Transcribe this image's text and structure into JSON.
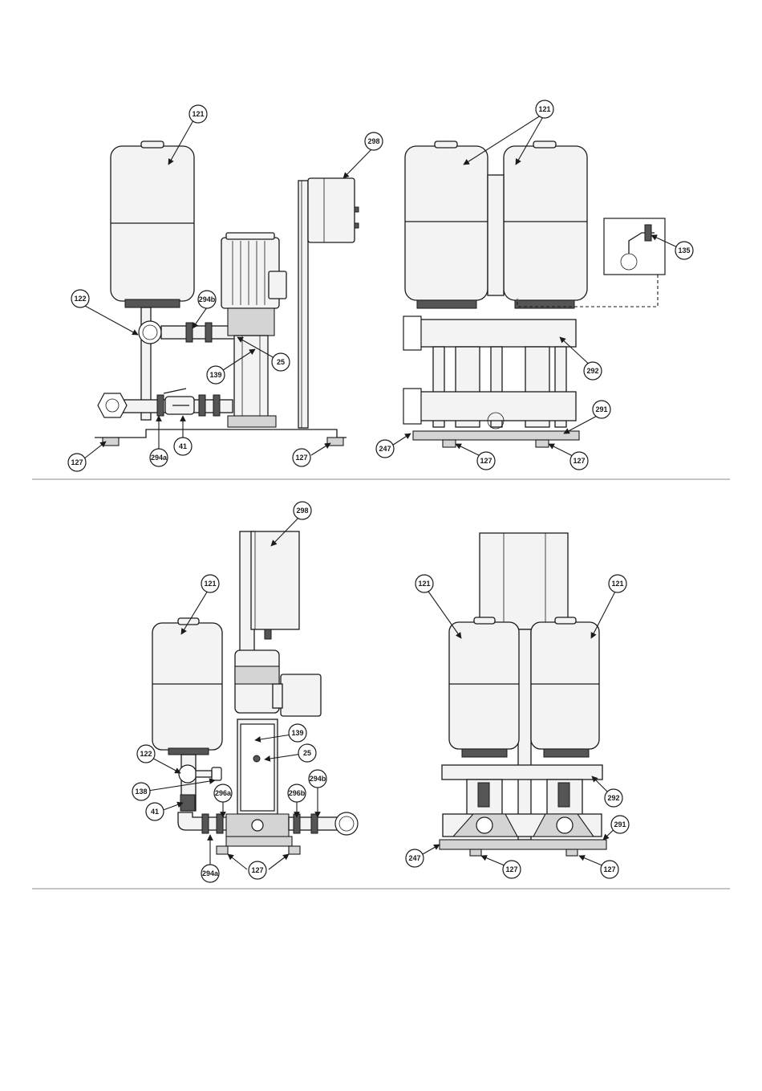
{
  "labels": {
    "l121": "121",
    "l122": "122",
    "l127": "127",
    "l135": "135",
    "l138": "138",
    "l139": "139",
    "l25": "25",
    "l41": "41",
    "l247": "247",
    "l291": "291",
    "l292": "292",
    "l294a": "294a",
    "l294b": "294b",
    "l296a": "296a",
    "l296b": "296b",
    "l298": "298"
  }
}
